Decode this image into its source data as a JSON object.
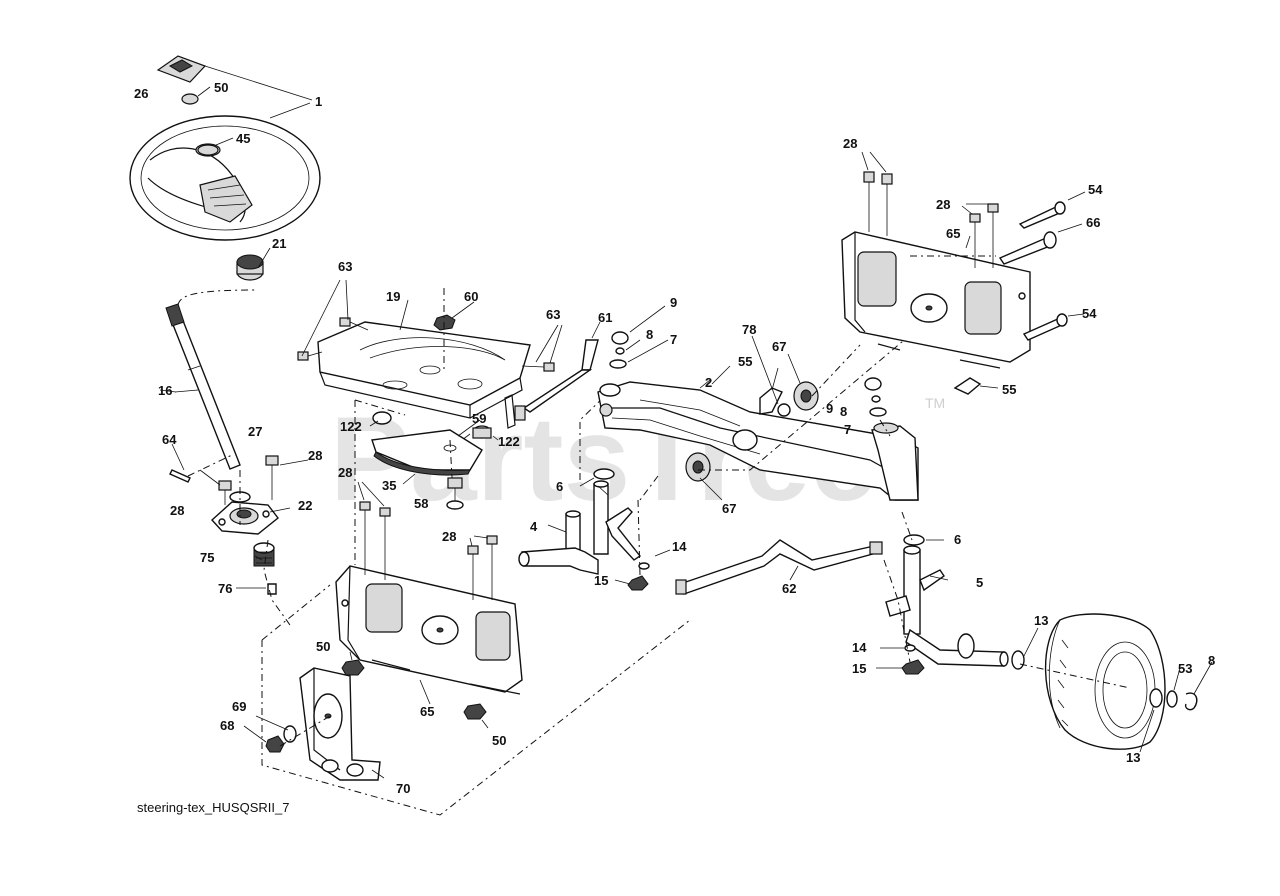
{
  "diagram": {
    "caption": "steering-tex_HUSQSRII_7",
    "watermark": {
      "text": "PartsTree",
      "trademark": "TM"
    },
    "callouts": [
      {
        "id": "c-26",
        "label": "26"
      },
      {
        "id": "c-50a",
        "label": "50"
      },
      {
        "id": "c-1",
        "label": "1"
      },
      {
        "id": "c-45",
        "label": "45"
      },
      {
        "id": "c-21",
        "label": "21"
      },
      {
        "id": "c-63a",
        "label": "63"
      },
      {
        "id": "c-19",
        "label": "19"
      },
      {
        "id": "c-60",
        "label": "60"
      },
      {
        "id": "c-63b",
        "label": "63"
      },
      {
        "id": "c-61",
        "label": "61"
      },
      {
        "id": "c-9a",
        "label": "9"
      },
      {
        "id": "c-8a",
        "label": "8"
      },
      {
        "id": "c-7a",
        "label": "7"
      },
      {
        "id": "c-78",
        "label": "78"
      },
      {
        "id": "c-67a",
        "label": "67"
      },
      {
        "id": "c-2",
        "label": "2"
      },
      {
        "id": "c-55a",
        "label": "55"
      },
      {
        "id": "c-28a",
        "label": "28"
      },
      {
        "id": "c-28b",
        "label": "28"
      },
      {
        "id": "c-65a",
        "label": "65"
      },
      {
        "id": "c-54a",
        "label": "54"
      },
      {
        "id": "c-66",
        "label": "66"
      },
      {
        "id": "c-54b",
        "label": "54"
      },
      {
        "id": "c-55b",
        "label": "55"
      },
      {
        "id": "c-9b",
        "label": "9"
      },
      {
        "id": "c-8b",
        "label": "8"
      },
      {
        "id": "c-7b",
        "label": "7"
      },
      {
        "id": "c-16",
        "label": "16"
      },
      {
        "id": "c-64",
        "label": "64"
      },
      {
        "id": "c-27",
        "label": "27"
      },
      {
        "id": "c-28c",
        "label": "28"
      },
      {
        "id": "c-28d",
        "label": "28"
      },
      {
        "id": "c-22",
        "label": "22"
      },
      {
        "id": "c-122a",
        "label": "122"
      },
      {
        "id": "c-59",
        "label": "59"
      },
      {
        "id": "c-122b",
        "label": "122"
      },
      {
        "id": "c-35",
        "label": "35"
      },
      {
        "id": "c-58",
        "label": "58"
      },
      {
        "id": "c-28e",
        "label": "28"
      },
      {
        "id": "c-6a",
        "label": "6"
      },
      {
        "id": "c-67b",
        "label": "67"
      },
      {
        "id": "c-4",
        "label": "4"
      },
      {
        "id": "c-28f",
        "label": "28"
      },
      {
        "id": "c-14a",
        "label": "14"
      },
      {
        "id": "c-15a",
        "label": "15"
      },
      {
        "id": "c-6b",
        "label": "6"
      },
      {
        "id": "c-5",
        "label": "5"
      },
      {
        "id": "c-62",
        "label": "62"
      },
      {
        "id": "c-75",
        "label": "75"
      },
      {
        "id": "c-76",
        "label": "76"
      },
      {
        "id": "c-50b",
        "label": "50"
      },
      {
        "id": "c-13a",
        "label": "13"
      },
      {
        "id": "c-14b",
        "label": "14"
      },
      {
        "id": "c-15b",
        "label": "15"
      },
      {
        "id": "c-53",
        "label": "53"
      },
      {
        "id": "c-8c",
        "label": "8"
      },
      {
        "id": "c-69",
        "label": "69"
      },
      {
        "id": "c-68",
        "label": "68"
      },
      {
        "id": "c-65b",
        "label": "65"
      },
      {
        "id": "c-50c",
        "label": "50"
      },
      {
        "id": "c-13b",
        "label": "13"
      },
      {
        "id": "c-70",
        "label": "70"
      }
    ]
  }
}
